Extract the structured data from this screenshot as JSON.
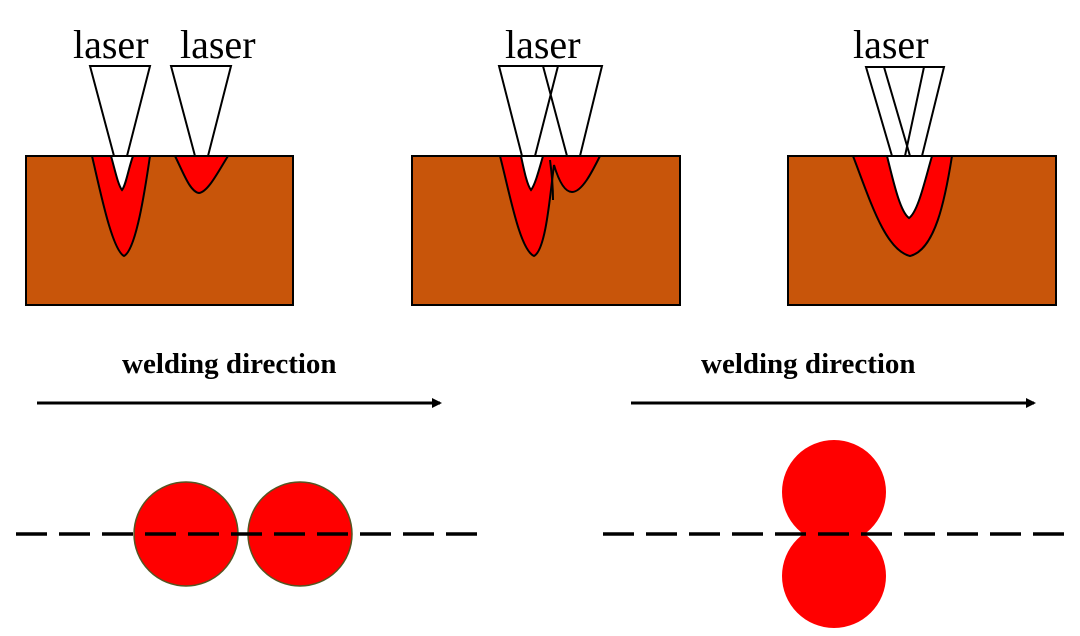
{
  "colors": {
    "metal": "#c8550a",
    "molten_pool": "#ff0000",
    "keyhole": "#ffffff",
    "outline": "#000000",
    "background": "#ffffff"
  },
  "top_panels": [
    {
      "id": "separated",
      "labels": [
        "laser",
        "laser"
      ]
    },
    {
      "id": "overlapping",
      "labels": [
        "laser"
      ]
    },
    {
      "id": "merged",
      "labels": [
        "laser"
      ]
    }
  ],
  "bottom_panels": [
    {
      "id": "tandem",
      "direction_label": "welding direction",
      "arrangement": "side-by-side along weld line"
    },
    {
      "id": "transverse",
      "direction_label": "welding direction",
      "arrangement": "stacked across weld line"
    }
  ]
}
